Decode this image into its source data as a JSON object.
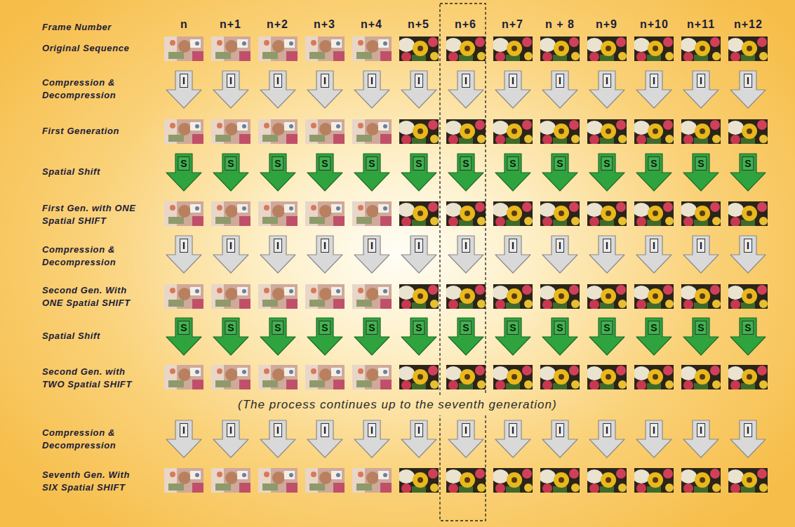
{
  "diagram": {
    "nodes": [
      {
        "text": [
          "I"
        ]
      },
      {
        "text": [
          "I"
        ]
      },
      {
        "text": [
          "I"
        ]
      },
      {
        "text": [
          "I"
        ]
      },
      {
        "text": [
          "I"
        ]
      },
      {
        "text": [
          "I"
        ]
      },
      {
        "text": [
          "I"
        ]
      },
      {
        "text": [
          "I"
        ]
      },
      {
        "text": [
          "I"
        ]
      },
      {
        "text": [
          "I"
        ]
      },
      {
        "text": [
          "I"
        ]
      },
      {
        "text": [
          "I"
        ]
      },
      {
        "text": [
          "I"
        ]
      },
      {
        "text": [
          "S"
        ]
      },
      {
        "text": [
          "S"
        ]
      },
      {
        "text": [
          "S"
        ]
      },
      {
        "text": [
          "S"
        ]
      },
      {
        "text": [
          "S"
        ]
      },
      {
        "text": [
          "S"
        ]
      },
      {
        "text": [
          "S"
        ]
      },
      {
        "text": [
          "S"
        ]
      },
      {
        "text": [
          "S"
        ]
      },
      {
        "text": [
          "S"
        ]
      },
      {
        "text": [
          "S"
        ]
      },
      {
        "text": [
          "S"
        ]
      },
      {
        "text": [
          "S"
        ]
      },
      {
        "text": [
          "I"
        ]
      },
      {
        "text": [
          "I"
        ]
      },
      {
        "text": [
          "I"
        ]
      },
      {
        "text": [
          "I"
        ]
      },
      {
        "text": [
          "I"
        ]
      },
      {
        "text": [
          "I"
        ]
      },
      {
        "text": [
          "I"
        ]
      },
      {
        "text": [
          "I"
        ]
      },
      {
        "text": [
          "I"
        ]
      },
      {
        "text": [
          "I"
        ]
      },
      {
        "text": [
          "I"
        ]
      },
      {
        "text": [
          "I"
        ]
      },
      {
        "text": [
          "I"
        ]
      },
      {
        "text": [
          "S"
        ]
      },
      {
        "text": [
          "S"
        ]
      },
      {
        "text": [
          "S"
        ]
      },
      {
        "text": [
          "S"
        ]
      },
      {
        "text": [
          "S"
        ]
      },
      {
        "text": [
          "S"
        ]
      },
      {
        "text": [
          "S"
        ]
      },
      {
        "text": [
          "S"
        ]
      },
      {
        "text": [
          "S"
        ]
      },
      {
        "text": [
          "S"
        ]
      },
      {
        "text": [
          "S"
        ]
      },
      {
        "text": [
          "S"
        ]
      },
      {
        "text": [
          "S"
        ]
      },
      {
        "text": [
          "I"
        ]
      },
      {
        "text": [
          "I"
        ]
      },
      {
        "text": [
          "I"
        ]
      },
      {
        "text": [
          "I"
        ]
      },
      {
        "text": [
          "I"
        ]
      },
      {
        "text": [
          "I"
        ]
      },
      {
        "text": [
          "I"
        ]
      },
      {
        "text": [
          "I"
        ]
      },
      {
        "text": [
          "I"
        ]
      },
      {
        "text": [
          "I"
        ]
      },
      {
        "text": [
          "I"
        ]
      },
      {
        "text": [
          "I"
        ]
      },
      {
        "text": [
          "I"
        ]
      }
    ],
    "labels": [
      "Frame Number",
      "n",
      "n+1",
      "n+2",
      "n+3",
      "n+4",
      "n+5",
      "n+6",
      "n+7",
      "n + 8",
      "n+9",
      "n+10",
      "n+11",
      "n+12",
      "Original Sequence",
      "Compression & Decompression",
      "First Generation",
      "Spatial Shift",
      "First Gen. with ONE Spatial SHIFT",
      "Compression & Decompression",
      "Second Gen. With ONE Spatial SHIFT",
      "Spatial Shift",
      "Second Gen. with TWO Spatial SHIFT",
      "(The process continues up to the seventh generation)",
      "Compression & Decompression",
      "Seventh Gen. With SIX Spatial SHIFT"
    ]
  }
}
